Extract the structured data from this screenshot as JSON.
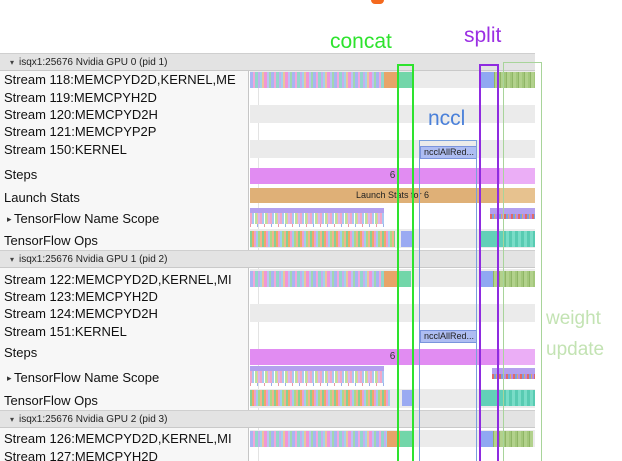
{
  "icons": {
    "collapse": "▾",
    "expand": "▸"
  },
  "annotations": {
    "concat": "concat",
    "split": "split",
    "nccl": "nccl",
    "weight_update_line1": "weight",
    "weight_update_line2": "update"
  },
  "colors": {
    "concat_green": "#2ee32e",
    "split_purple": "#9b2fe3",
    "nccl_blue": "#4a80d9",
    "weight_update_green": "#c3e3b3",
    "steps_bar": "#e18cf2",
    "launch_bar": "#dfb077",
    "nccl_bar_fill": "#aebdf2"
  },
  "events": {
    "nccl_allreduce": "ncclAllRed...",
    "step_number": "6",
    "launch_stats": "Launch Stats for 6"
  },
  "sections": [
    {
      "header": "isqx1:25676 Nvidia GPU 0 (pid 1)",
      "rows": [
        "Stream 118:MEMCPYD2D,KERNEL,ME",
        "Stream 119:MEMCPYH2D",
        "Stream 120:MEMCPYD2H",
        "Stream 121:MEMCPYP2P",
        "Stream 150:KERNEL",
        "Steps",
        "Launch Stats",
        "TensorFlow Name Scope",
        "TensorFlow Ops"
      ]
    },
    {
      "header": "isqx1:25676 Nvidia GPU 1 (pid 2)",
      "rows": [
        "Stream 122:MEMCPYD2D,KERNEL,MI",
        "Stream 123:MEMCPYH2D",
        "Stream 124:MEMCPYD2H",
        "Stream 151:KERNEL",
        "Steps",
        "TensorFlow Name Scope",
        "TensorFlow Ops"
      ]
    },
    {
      "header": "isqx1:25676 Nvidia GPU 2 (pid 3)",
      "rows": [
        "Stream 126:MEMCPYD2D,KERNEL,MI",
        "Stream 127:MEMCPYH2D"
      ]
    }
  ]
}
